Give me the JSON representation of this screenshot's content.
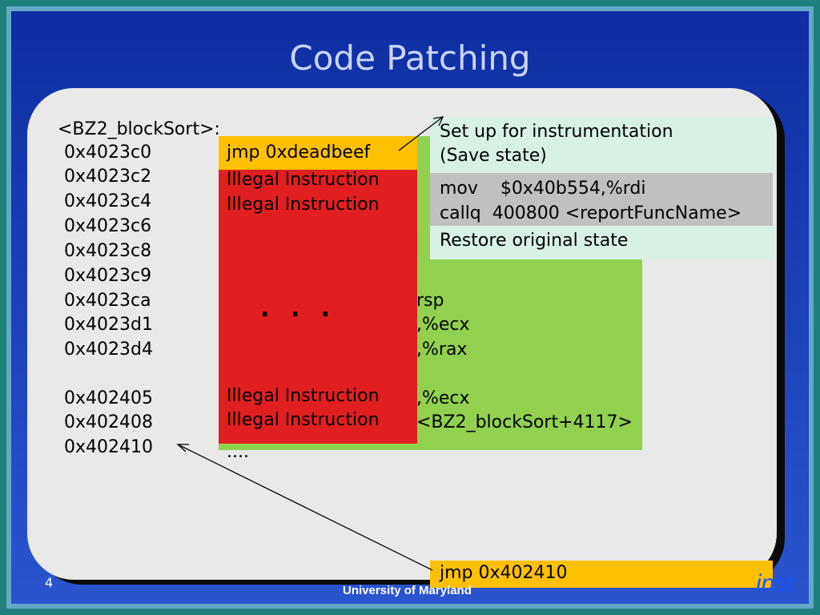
{
  "title": "Code Patching",
  "func_label": "<BZ2_blockSort>:",
  "addresses": [
    "0x4023c0",
    "0x4023c2",
    "0x4023c4",
    "0x4023c6",
    "0x4023c8",
    "0x4023c9",
    "0x4023ca",
    "0x4023d1",
    "0x4023d4",
    "",
    "0x402405",
    "0x402408",
    "0x402410"
  ],
  "original_fragments": [
    "rsp",
    ",%ecx",
    ",%rax",
    ",%ecx",
    "<BZ2_blockSort+4117>"
  ],
  "patch": {
    "jmp": "jmp 0xdeadbeef",
    "illegal": "Illegal Instruction",
    "ellipsis": ". . .",
    "trailing": "...."
  },
  "instrumentation": {
    "setup_line1": "Set up for instrumentation",
    "setup_line2": "(Save state)",
    "call_line1": "mov    $0x40b554,%rdi",
    "call_line2": "callq  400800 <reportFuncName>",
    "restore": "Restore original state"
  },
  "return_jmp": "jmp 0x402410",
  "slide_number": "4",
  "footer": "University of Maryland",
  "logo": "inst",
  "colors": {
    "background": "#1a3fb6",
    "title": "#c8d6ff",
    "jmp_box": "#ffc000",
    "patch_block": "#e02020",
    "original_block": "#92d050",
    "instr_setup": "#d9f0e4",
    "instr_calls": "#c0c0c0"
  }
}
